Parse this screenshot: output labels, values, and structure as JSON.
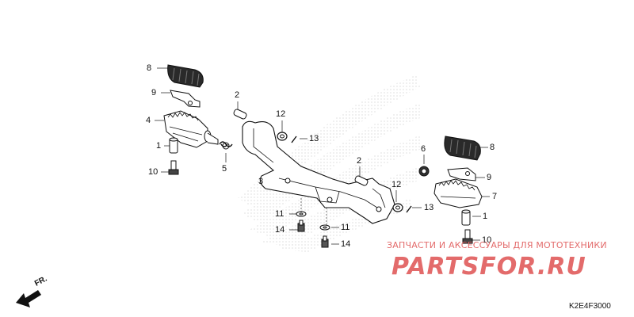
{
  "callouts": [
    {
      "id": "c8a",
      "text": "8"
    },
    {
      "id": "c9a",
      "text": "9"
    },
    {
      "id": "c4",
      "text": "4"
    },
    {
      "id": "c1a",
      "text": "1"
    },
    {
      "id": "c10a",
      "text": "10"
    },
    {
      "id": "c5",
      "text": "5"
    },
    {
      "id": "c2a",
      "text": "2"
    },
    {
      "id": "c12a",
      "text": "12"
    },
    {
      "id": "c13a",
      "text": "13"
    },
    {
      "id": "c3",
      "text": "3"
    },
    {
      "id": "c2b",
      "text": "2"
    },
    {
      "id": "c11a",
      "text": "11"
    },
    {
      "id": "c14a",
      "text": "14"
    },
    {
      "id": "c11b",
      "text": "11"
    },
    {
      "id": "c14b",
      "text": "14"
    },
    {
      "id": "c12b",
      "text": "12"
    },
    {
      "id": "c13b",
      "text": "13"
    },
    {
      "id": "c6",
      "text": "6"
    },
    {
      "id": "c8b",
      "text": "8"
    },
    {
      "id": "c9b",
      "text": "9"
    },
    {
      "id": "c7",
      "text": "7"
    },
    {
      "id": "c1b",
      "text": "1"
    },
    {
      "id": "c10b",
      "text": "10"
    }
  ],
  "watermark": {
    "caption": "ЗАПЧАСТИ И АКСЕССУАРЫ ДЛЯ МОТОТЕХНИКИ",
    "logo": "PARTSFOR.RU",
    "color": "#e36b6b"
  },
  "diagram_code": "K2E4F3000",
  "direction_label": "FR."
}
